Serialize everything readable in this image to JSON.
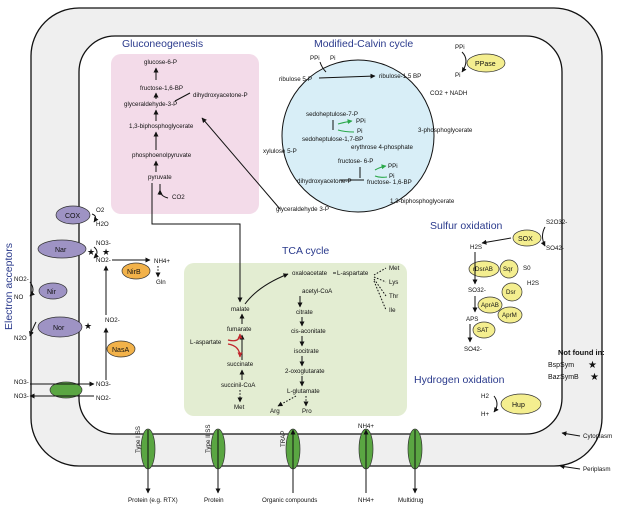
{
  "sections": {
    "electron_acceptors": "Electron acceptors",
    "gluconeogenesis": "Gluconeogenesis",
    "calvin": "Modified-Calvin cycle",
    "tca": "TCA cycle",
    "sulfur": "Sulfur oxidation",
    "hydrogen": "Hydrogen oxidation"
  },
  "legend": {
    "title": "Not found in:",
    "items": [
      {
        "label": "BspSym",
        "color": "#d6336c"
      },
      {
        "label": "BazSymB",
        "color": "#3b7dd8"
      }
    ]
  },
  "membrane": {
    "cytoplasm": "Cytoplasm",
    "periplasm": "Periplasm"
  },
  "colors": {
    "enzyme_purple": "#9e93c4",
    "enzyme_orange": "#f2b24a",
    "sulfur_yellow": "#f4ee8f",
    "transporter_green": "#5aa642",
    "gluco_bg": "#f3dbe9",
    "tca_bg": "#e3edd2",
    "calvin_bg": "#d8eef7",
    "periplasm_bg": "#efefef"
  },
  "enzymes": {
    "cox": "COX",
    "nar": "Nar",
    "nir": "Nir",
    "nor": "Nor",
    "nirb": "NirB",
    "nasa": "NasA",
    "ppase": "PPase",
    "sox": "SOX",
    "rdsrab": "rDsrAB",
    "sqr": "Sqr",
    "dsr": "Dsr",
    "aprab": "AprAB",
    "aprm": "AprM",
    "sat": "SAT",
    "hup": "Hup"
  },
  "chem": {
    "o2": "O2",
    "h2o": "H2O",
    "no3_a": "NO3-",
    "no2_a": "NO2-",
    "no2_b": "NO2-",
    "no_a": "NO",
    "n2o": "N2O",
    "nh4_a": "NH4+",
    "gln": "Gln",
    "no2_c": "NO2-",
    "no3_b": "NO3-",
    "no3_c": "NO3-",
    "no3_d": "NO3-"
  },
  "gluco": {
    "g6p": "glucose-6-P",
    "f16bp": "fructose-1,6-BP",
    "dhap": "dihydroxyacetone-P",
    "g3p": "glyceraldehyde-3-P",
    "bpg": "1,3-biphosphoglycerate",
    "pep": "phosphoenolpyruvate",
    "pyruvate": "pyruvate",
    "co2": "CO2"
  },
  "calvin": {
    "ppi1": "PPi",
    "pi1": "Pi",
    "ppi2": "PPi",
    "pi2": "Pi",
    "ribulose5p": "ribulose 5-P",
    "ribulose15bp": "ribulose-1,5 BP",
    "co2nadh": "CO2 + NADH",
    "pga": "3-phosphoglycerate",
    "sh7p": "sedoheptulose-7-P",
    "ppi3": "PPi",
    "pi3": "Pi",
    "sbp": "sedoheptulose-1,7-BP",
    "e4p": "erythrose 4-phosphate",
    "xu5p": "xylulose 5-P",
    "f6p": "fructose- 6-P",
    "ppi4": "PPi",
    "pi4": "Pi",
    "dhap": "dihydroxyacetone-P",
    "fbp": "fructose- 1,6-BP",
    "g3p": "glyceraldehyde 3-P",
    "bpg": "1,3-biphosphoglycerate"
  },
  "tca": {
    "oxaloacetate": "oxaloacetate",
    "laspartate": "L-aspartate",
    "met": "Met",
    "lys": "Lys",
    "thr": "Thr",
    "ile": "Ile",
    "acetylcoa": "acetyl-CoA",
    "citrate": "citrate",
    "malate": "malate",
    "fumarate": "fumarate",
    "laspartate2": "L-aspartate",
    "cisaconitate": "cis-aconitate",
    "isocitrate": "isocitrate",
    "succinate": "succinate",
    "oxoglutarate": "2-oxoglutarate",
    "succinylcoa": "succinil-CoA",
    "lglutamate": "L-glutamate",
    "met2": "Met",
    "arg": "Arg",
    "pro": "Pro"
  },
  "sulfur": {
    "s2o3": "S2O32-",
    "so4_a": "SO42-",
    "h2s_a": "H2S",
    "s0": "S0",
    "h2s_b": "H2S",
    "so3": "SO32-",
    "aps": "APS",
    "so4_b": "SO42-"
  },
  "hydrogen": {
    "h2": "H2",
    "hplus": "H+"
  },
  "transporters": {
    "type1": "Type I SS",
    "type2": "Type II SS",
    "trap": "TRAP",
    "protein_rtx": "Protein (e.g. RTX)",
    "protein": "Protein",
    "organic": "Organic compounds",
    "nh4": "NH4+",
    "multidrug": "Multidrug"
  }
}
